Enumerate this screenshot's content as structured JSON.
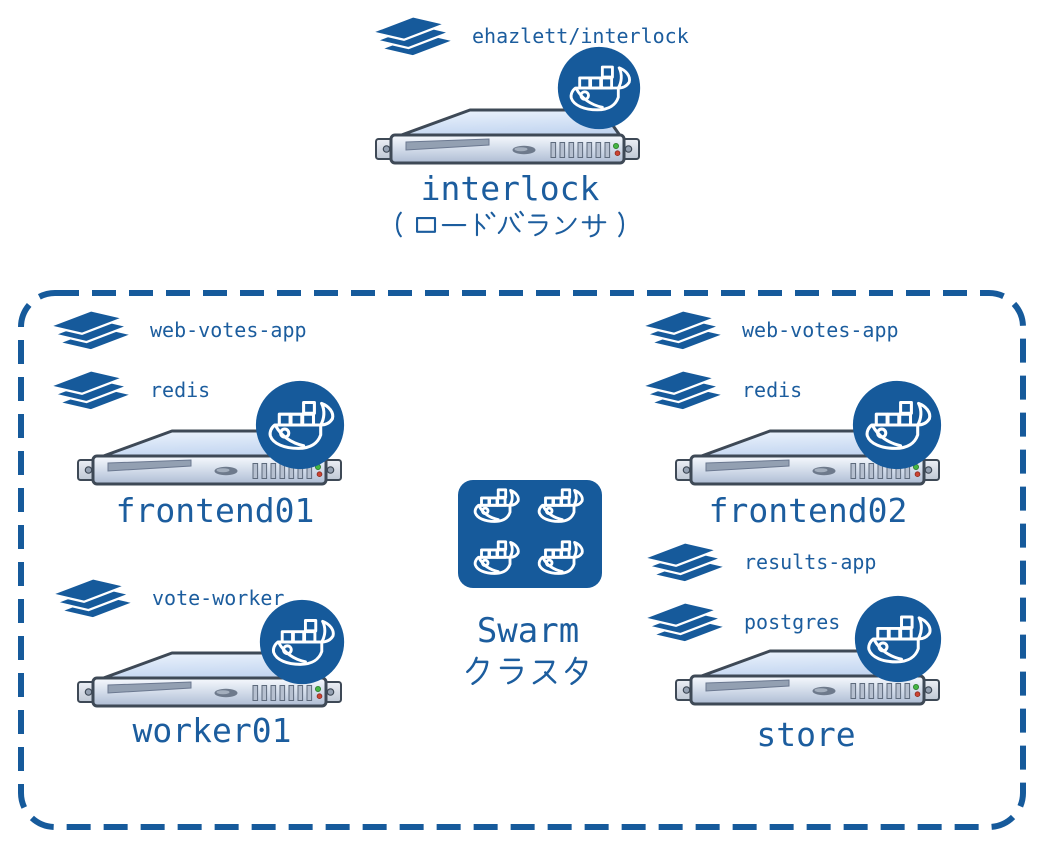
{
  "colors": {
    "primary": "#165a9b",
    "text": "#1c5d9e"
  },
  "load_balancer": {
    "image_label": "ehazlett/interlock",
    "title": "interlock",
    "subtitle": "（ロードバランサ）"
  },
  "swarm": {
    "title": "Swarm",
    "subtitle": "クラスタ"
  },
  "nodes": {
    "frontend01": {
      "title": "frontend01",
      "images": [
        "web-votes-app",
        "redis"
      ]
    },
    "frontend02": {
      "title": "frontend02",
      "images": [
        "web-votes-app",
        "redis"
      ]
    },
    "worker01": {
      "title": "worker01",
      "images": [
        "vote-worker"
      ]
    },
    "store": {
      "title": "store",
      "images": [
        "results-app",
        "postgres"
      ]
    }
  },
  "icons": {
    "layers": "container-image-layers-icon",
    "docker": "docker-whale-icon",
    "swarm": "docker-swarm-whales-icon",
    "server": "rack-server-icon"
  }
}
